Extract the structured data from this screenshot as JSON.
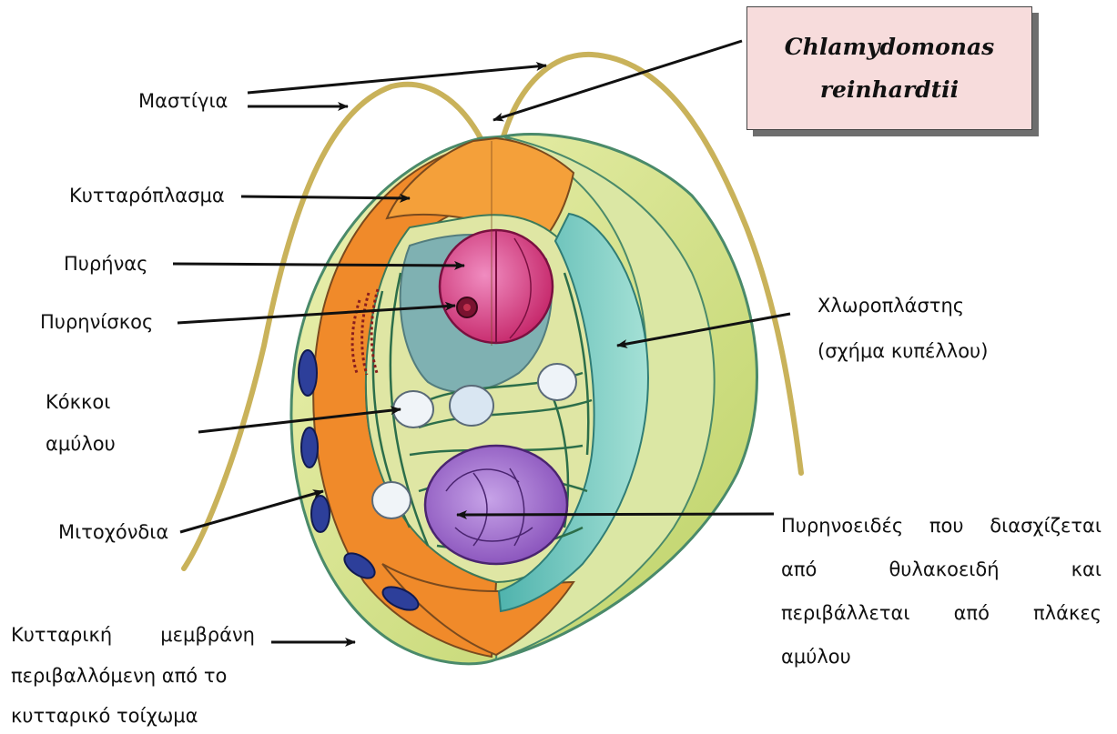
{
  "title": {
    "line1": "Chlamydomonas",
    "line2": "reinhardtii"
  },
  "labels": {
    "flagella": "Μαστίγια",
    "cytoplasm": "Κυτταρόπλασμα",
    "nucleus": "Πυρήνας",
    "nucleolus": "Πυρηνίσκος",
    "starch_grains_line1": "Κόκκοι",
    "starch_grains_line2": "αμύλου",
    "mitochondria": "Μιτοχόνδια",
    "membrane_line1": "Κυτταρική μεμβράνη",
    "membrane_line2": "περιβαλλόμενη από το",
    "membrane_line3": "κυτταρικό τοίχωμα",
    "chloroplast_line1": "Χλωροπλάστης",
    "chloroplast_line2": "(σχήμα κυπέλλου)",
    "pyrenoid_line1": "Πυρηνοειδές που διασχίζεται",
    "pyrenoid_line2": "από θυλακοειδή και",
    "pyrenoid_line3": "περιβάλλεται από πλάκες",
    "pyrenoid_line4": "αμύλου"
  },
  "colors": {
    "cell_wall": "#d9e48a",
    "cytoplasm": "#f08a2a",
    "chloroplast": "#7cc9c0",
    "nucleus": "#d8357a",
    "pyrenoid": "#9a5fc4",
    "mitochondria": "#2d3f9a",
    "flagella": "#c9b25a",
    "title_bg": "#f7dcdc"
  }
}
